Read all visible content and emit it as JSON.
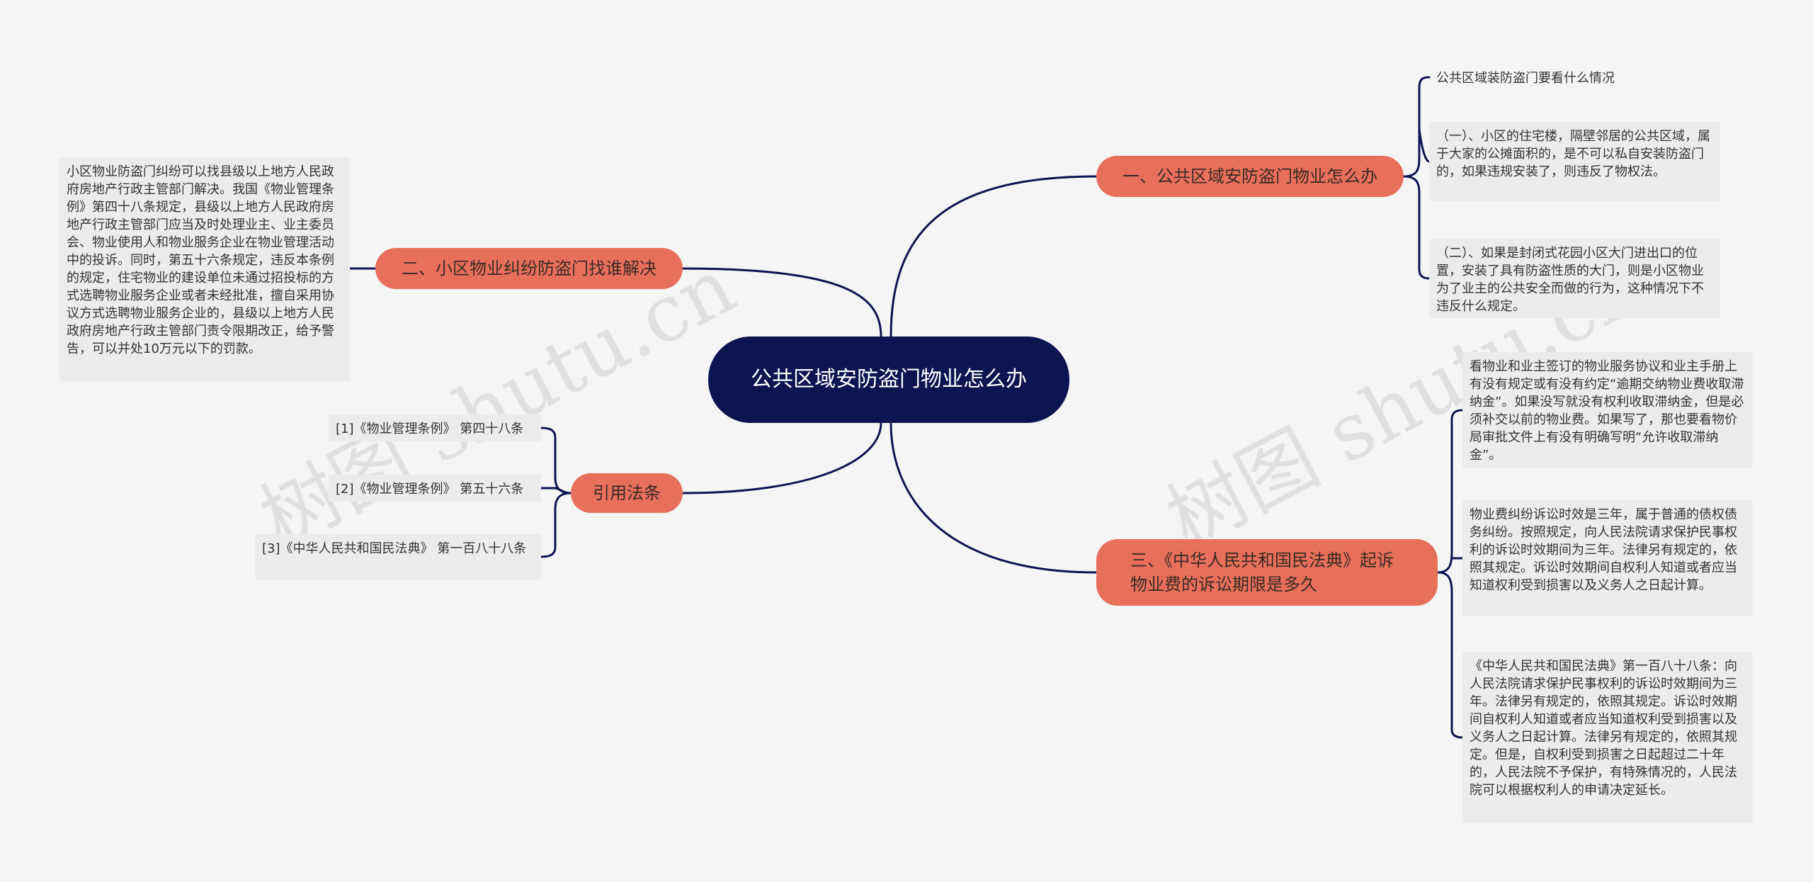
{
  "root": {
    "label": "公共区域安防盗门物业怎么办"
  },
  "branches": {
    "b1": {
      "label": "一、公共区域安防盗门物业怎么办",
      "leaves": [
        "公共区域装防盗门要看什么情况",
        "（一）、小区的住宅楼，隔壁邻居的公共区域，属于大家的公摊面积的，是不可以私自安装防盗门的，如果违规安装了，则违反了物权法。",
        "（二）、如果是封闭式花园小区大门进出口的位置，安装了具有防盗性质的大门，则是小区物业为了业主的公共安全而做的行为，这种情况下不违反什么规定。"
      ]
    },
    "b2": {
      "label": "二、小区物业纠纷防盗门找谁解决",
      "leaves": [
        "小区物业防盗门纠纷可以找县级以上地方人民政府房地产行政主管部门解决。我国《物业管理条例》第四十八条规定，县级以上地方人民政府房地产行政主管部门应当及时处理业主、业主委员会、物业使用人和物业服务企业在物业管理活动中的投诉。同时，第五十六条规定，违反本条例的规定，住宅物业的建设单位未通过招投标的方式选聘物业服务企业或者未经批准，擅自采用协议方式选聘物业服务企业的，县级以上地方人民政府房地产行政主管部门责令限期改正，给予警告，可以并处10万元以下的罚款。"
      ]
    },
    "b3": {
      "label": "三、《中华人民共和国民法典》起诉物业费的诉讼期限是多久",
      "leaves": [
        "看物业和业主签订的物业服务协议和业主手册上有没有规定或有没有约定“逾期交纳物业费收取滞纳金”。如果没写就没有权利收取滞纳金，但是必须补交以前的物业费。如果写了，那也要看物价局审批文件上有没有明确写明“允许收取滞纳金”。",
        "物业费纠纷诉讼时效是三年，属于普通的债权债务纠纷。按照规定，向人民法院请求保护民事权利的诉讼时效期间为三年。法律另有规定的，依照其规定。诉讼时效期间自权利人知道或者应当知道权利受到损害以及义务人之日起计算。",
        "《中华人民共和国民法典》第一百八十八条：向人民法院请求保护民事权利的诉讼时效期间为三年。法律另有规定的，依照其规定。诉讼时效期间自权利人知道或者应当知道权利受到损害以及义务人之日起计算。法律另有规定的，依照其规定。但是，自权利受到损害之日起超过二十年的，人民法院不予保护，有特殊情况的，人民法院可以根据权利人的申请决定延长。"
      ]
    },
    "b4": {
      "label": "引用法条",
      "leaves": [
        "[1]《物业管理条例》 第四十八条",
        "[2]《物业管理条例》 第五十六条",
        "[3]《中华人民共和国民法典》 第一百八十八条"
      ]
    }
  },
  "watermark": {
    "left": "树图 shutu.cn",
    "right": "树图 shutu.cn"
  },
  "colors": {
    "root": "#0d1452",
    "branch": "#e8705a",
    "leaf": "#ececec",
    "line": "#0d1452"
  }
}
